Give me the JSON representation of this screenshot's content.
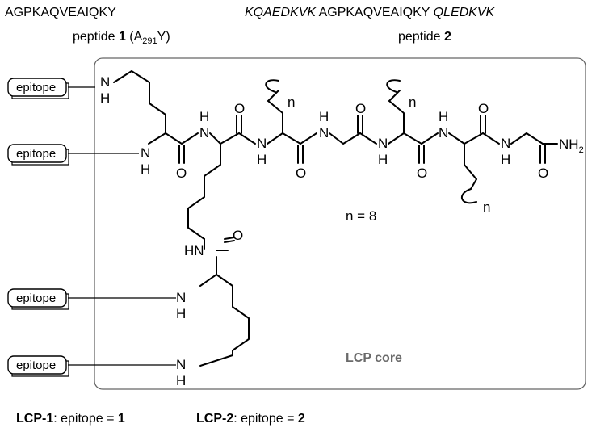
{
  "peptide1": {
    "sequence": "AGPKAQVEAIQKY",
    "label_prefix": "peptide ",
    "label_number": "1",
    "label_mod_open": " (A",
    "label_mod_sub": "291",
    "label_mod_close": "Y)"
  },
  "peptide2": {
    "seq_left": "KQAEDKVK",
    "seq_mid": "AGPKAQVEAIQKY",
    "seq_right": "QLEDKVK",
    "label_prefix": "peptide ",
    "label_number": "2"
  },
  "epitopes": [
    "epitope",
    "epitope",
    "epitope",
    "epitope"
  ],
  "core_label": "LCP core",
  "n_label": "n",
  "n_value": "n = 8",
  "atoms": {
    "N": "N",
    "H": "H",
    "O": "O",
    "NH": "NH",
    "HN": "HN",
    "NH2_main": "NH",
    "NH2_sub": "2"
  },
  "footer": {
    "lcp1_name": "LCP-1",
    "lcp1_rest": ": epitope = ",
    "lcp1_num": "1",
    "lcp2_name": "LCP-2",
    "lcp2_rest": ": epitope = ",
    "lcp2_num": "2"
  }
}
